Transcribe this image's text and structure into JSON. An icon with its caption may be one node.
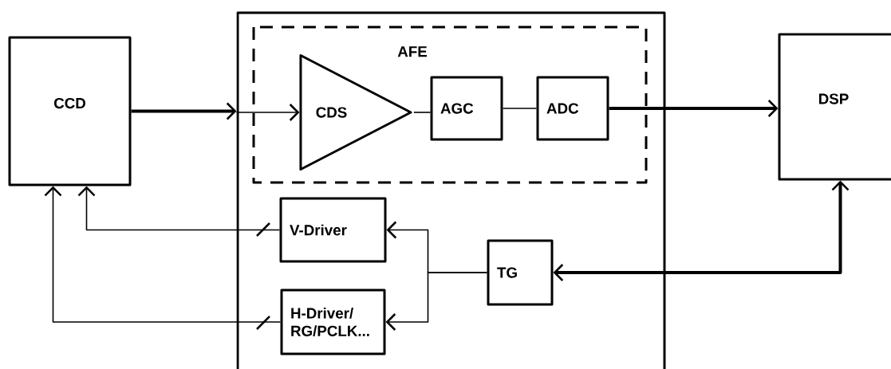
{
  "diagram": {
    "nodes": [
      {
        "text": [
          "CCD"
        ]
      },
      {
        "text": [],
        "shape": "box"
      },
      {
        "text": [
          "AFE"
        ],
        "in": 1
      },
      {
        "text": [
          "CDS"
        ],
        "in": 2
      },
      {
        "text": [
          "AGC"
        ],
        "in": 2
      },
      {
        "text": [
          "ADC"
        ],
        "in": 2
      },
      {
        "text": [
          "V-Driver"
        ],
        "in": 1
      },
      {
        "text": [
          "H-Driver/ RG/PCLK..."
        ],
        "in": 1
      },
      {
        "text": [
          "TG"
        ],
        "in": 1
      },
      {
        "text": [
          "DSP"
        ]
      }
    ],
    "edges": [
      {
        "from": 0,
        "to": 1,
        "arrow": "to",
        "style": "thick"
      },
      {
        "from": 1,
        "to": 3,
        "arrow": "to"
      },
      {
        "from": 3,
        "to": 4,
        "arrow": "none"
      },
      {
        "from": 4,
        "to": 5,
        "arrow": "none"
      },
      {
        "from": 5,
        "to": 9,
        "arrow": "to",
        "style": "thick"
      },
      {
        "from": 6,
        "to": 0,
        "arrow": "to"
      },
      {
        "from": 7,
        "to": 0,
        "arrow": "to"
      },
      {
        "from": 8,
        "to": 6,
        "arrow": "to"
      },
      {
        "from": 8,
        "to": 7,
        "arrow": "to"
      },
      {
        "from": 8,
        "to": 9,
        "arrow": "both",
        "style": "thick"
      }
    ]
  }
}
